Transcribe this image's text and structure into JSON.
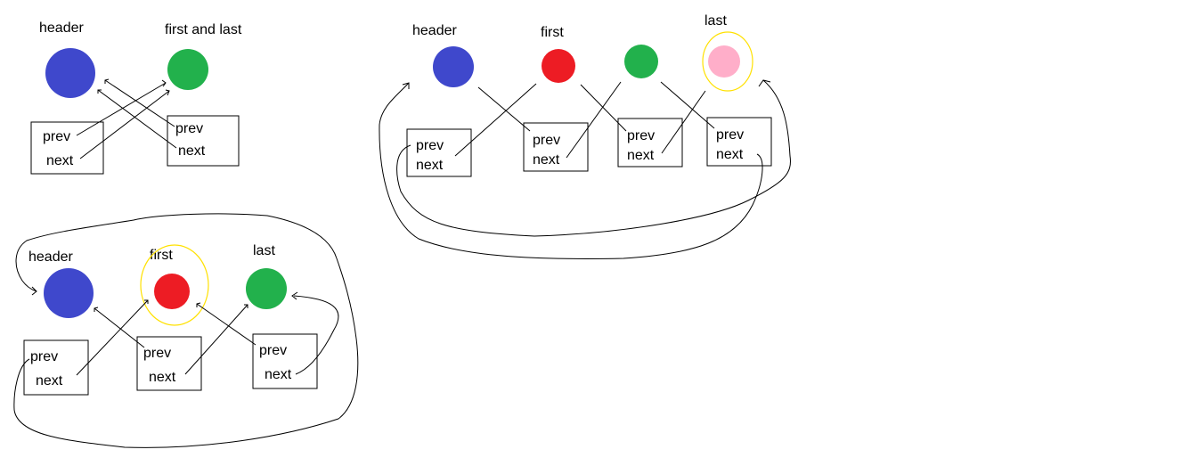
{
  "colors": {
    "header": "#3f48cc",
    "red": "#ed1c24",
    "green": "#22b14c",
    "pink": "#ffaec9",
    "highlight": "#ffe100"
  },
  "diagram1": {
    "header_label": "header",
    "node_label": "first and last",
    "box1": {
      "prev": "prev",
      "next": "next"
    },
    "box2": {
      "prev": "prev",
      "next": "next"
    }
  },
  "diagram2": {
    "header_label": "header",
    "first_label": "first",
    "last_label": "last",
    "box1": {
      "prev": "prev",
      "next": "next"
    },
    "box2": {
      "prev": "prev",
      "next": "next"
    },
    "box3": {
      "prev": "prev",
      "next": "next"
    },
    "box4": {
      "prev": "prev",
      "next": "next"
    }
  },
  "diagram3": {
    "header_label": "header",
    "first_label": "first",
    "last_label": "last",
    "box1": {
      "prev": "prev",
      "next": "next"
    },
    "box2": {
      "prev": "prev",
      "next": "next"
    },
    "box3": {
      "prev": "prev",
      "next": "next"
    }
  }
}
